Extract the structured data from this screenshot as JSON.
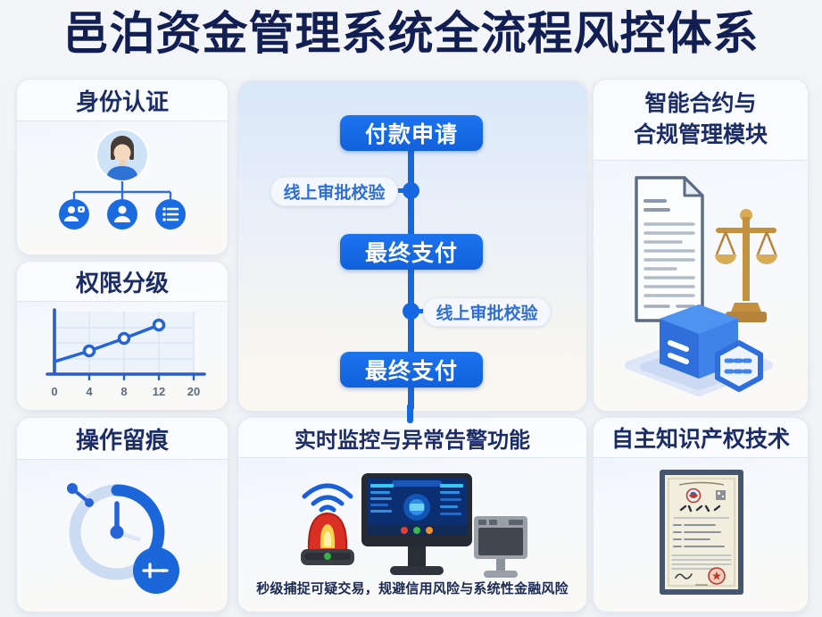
{
  "page": {
    "title": "邑泊资金管理系统全流程风控体系"
  },
  "colors": {
    "accent_blue": "#1667E2",
    "dark_navy": "#121F52",
    "card_title_navy": "#1B2C66",
    "pill_text_blue": "#2E6FD8",
    "alarm_red": "#D93026",
    "scales_gold": "#C2913F",
    "chart_axis_blue": "#2A5CC8"
  },
  "icons": {
    "identity": [
      "avatar",
      "user-chat-icon",
      "user-icon",
      "list-icon"
    ],
    "audit": [
      "clock-icon",
      "plus-badge-icon"
    ],
    "monitoring": [
      "wifi-icon",
      "alarm-siren-icon",
      "dashboard-monitor-icon",
      "desktop-computer-icon"
    ],
    "contract": [
      "document-icon",
      "scales-of-justice-icon",
      "blockchain-box-icon",
      "hex-shield-icon"
    ],
    "ip": [
      "certificate-image"
    ]
  },
  "cards": {
    "identity": {
      "title": "身份认证"
    },
    "permission": {
      "title": "权限分级"
    },
    "audit": {
      "title": "操作留痕"
    },
    "monitoring": {
      "title": "实时监控与异常告警功能",
      "caption": "秒级捕捉可疑交易，规避信用风险与系统性金融风险"
    },
    "contract": {
      "title_line1": "智能合约与",
      "title_line2": "合规管理模块"
    },
    "ip": {
      "title": "自主知识产权技术"
    }
  },
  "flow": {
    "steps": [
      "付款申请",
      "最终支付",
      "最终支付"
    ],
    "checks": [
      "线上审批校验",
      "线上审批校验"
    ]
  },
  "chart_data": {
    "type": "line",
    "title": "权限分级",
    "x": [
      0,
      4,
      8,
      12
    ],
    "y": [
      1,
      2,
      3,
      4
    ],
    "x_tick_labels": [
      "0",
      "4",
      "8",
      "12",
      "20"
    ],
    "xlim": [
      0,
      20
    ],
    "ylim": [
      0,
      5
    ],
    "grid": true,
    "legend": false,
    "marker": "open-circle"
  }
}
